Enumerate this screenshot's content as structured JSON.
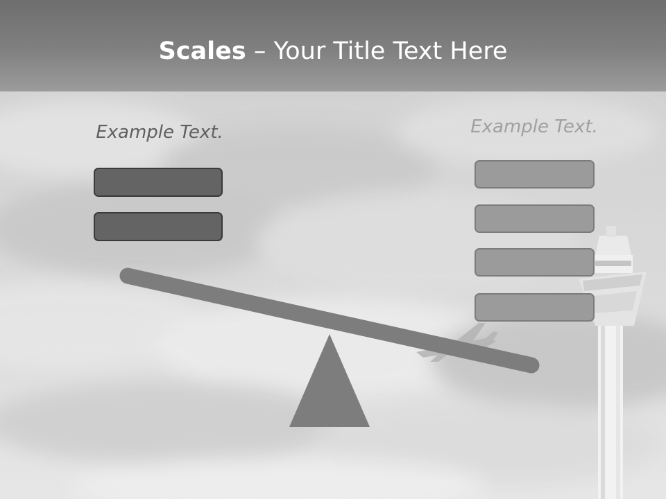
{
  "title": {
    "bold": "Scales",
    "rest": " – Your Title Text Here"
  },
  "left_panel": {
    "label": "Example Text.",
    "box_count": 2,
    "box_color": "#646464"
  },
  "right_panel": {
    "label": "Example Text.",
    "box_count": 4,
    "box_color": "#9b9b9b"
  },
  "seesaw": {
    "color": "#7d7d7d",
    "tilt": "left side raised, right side lowered"
  },
  "background": {
    "description_icons": [
      "clouds",
      "control-tower",
      "airplane"
    ],
    "title_band_color": "#7a7a7a"
  }
}
